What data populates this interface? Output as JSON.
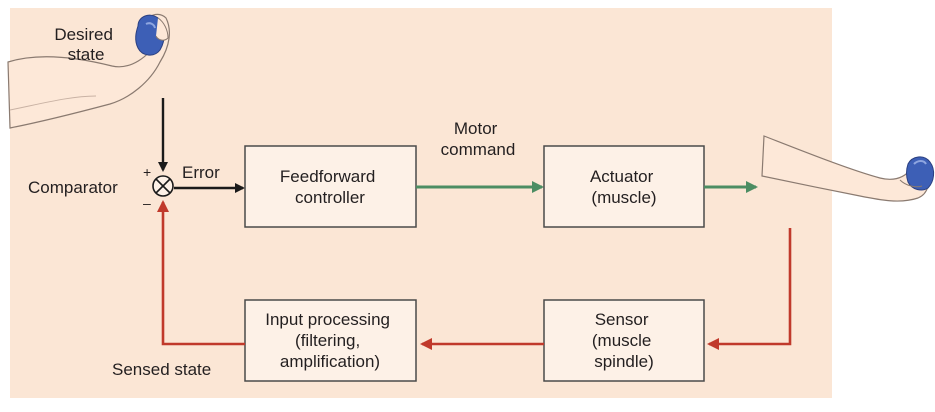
{
  "colors": {
    "panel": "#fbe6d5",
    "box_fill": "#fdf1e7",
    "box_stroke": "#4a4a4a",
    "arrow_black": "#1a1a1a",
    "arrow_green": "#4c8d63",
    "arrow_red": "#c0392b",
    "skin": "#fde8d8",
    "skin_line": "#8a7a70",
    "ball": "#3d5fb6"
  },
  "icons": [
    "arm-holding-ball-icon",
    "comparator-icon"
  ],
  "labels": {
    "desired_state": [
      "Desired",
      "state"
    ],
    "comparator": "Comparator",
    "plus": "+",
    "minus": "–",
    "error": "Error",
    "motor_command": [
      "Motor",
      "command"
    ],
    "sensed_state": "Sensed state"
  },
  "blocks": {
    "feedforward": [
      "Feedforward",
      "controller"
    ],
    "actuator": [
      "Actuator",
      "(muscle)"
    ],
    "sensor": [
      "Sensor",
      "(muscle",
      "spindle)"
    ],
    "input_processing": [
      "Input processing",
      "(filtering,",
      "amplification)"
    ]
  }
}
